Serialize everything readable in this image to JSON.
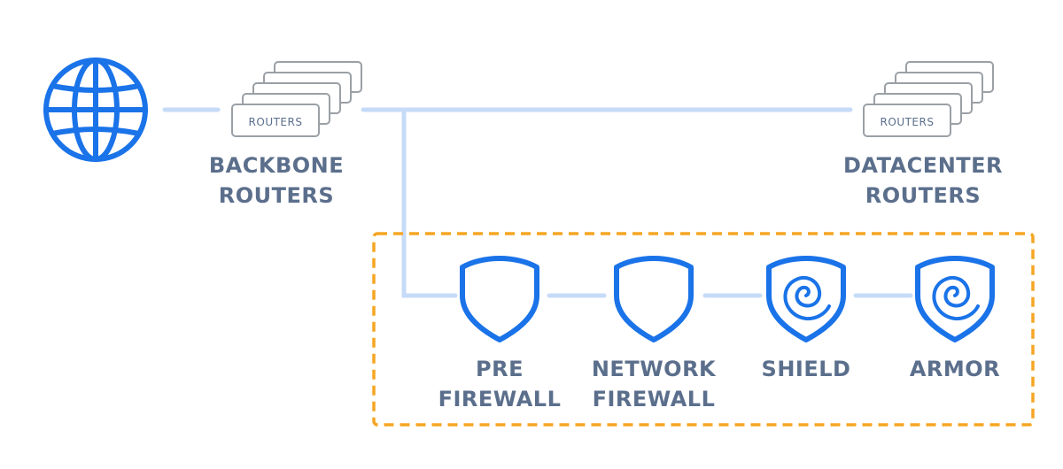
{
  "colors": {
    "accent": "#1a73e8",
    "connector": "#c6dbf7",
    "label": "#5b6f8c",
    "router_outline": "#9aa0a6",
    "group_border": "#f5a623"
  },
  "icons": {
    "internet": "globe-icon",
    "firewall": "shield-icon",
    "protection": "shield-swirl-icon",
    "routers": "router-stack-icon"
  },
  "backbone": {
    "stack_label": "ROUTERS",
    "title_line1": "BACKBONE",
    "title_line2": "ROUTERS"
  },
  "datacenter": {
    "stack_label": "ROUTERS",
    "title_line1": "DATACENTER",
    "title_line2": "ROUTERS"
  },
  "pipeline": [
    {
      "line1": "PRE",
      "line2": "FIREWALL",
      "icon": "shield-icon"
    },
    {
      "line1": "NETWORK",
      "line2": "FIREWALL",
      "icon": "shield-icon"
    },
    {
      "line1": "SHIELD",
      "line2": "",
      "icon": "shield-swirl-icon"
    },
    {
      "line1": "ARMOR",
      "line2": "",
      "icon": "shield-swirl-icon"
    }
  ]
}
